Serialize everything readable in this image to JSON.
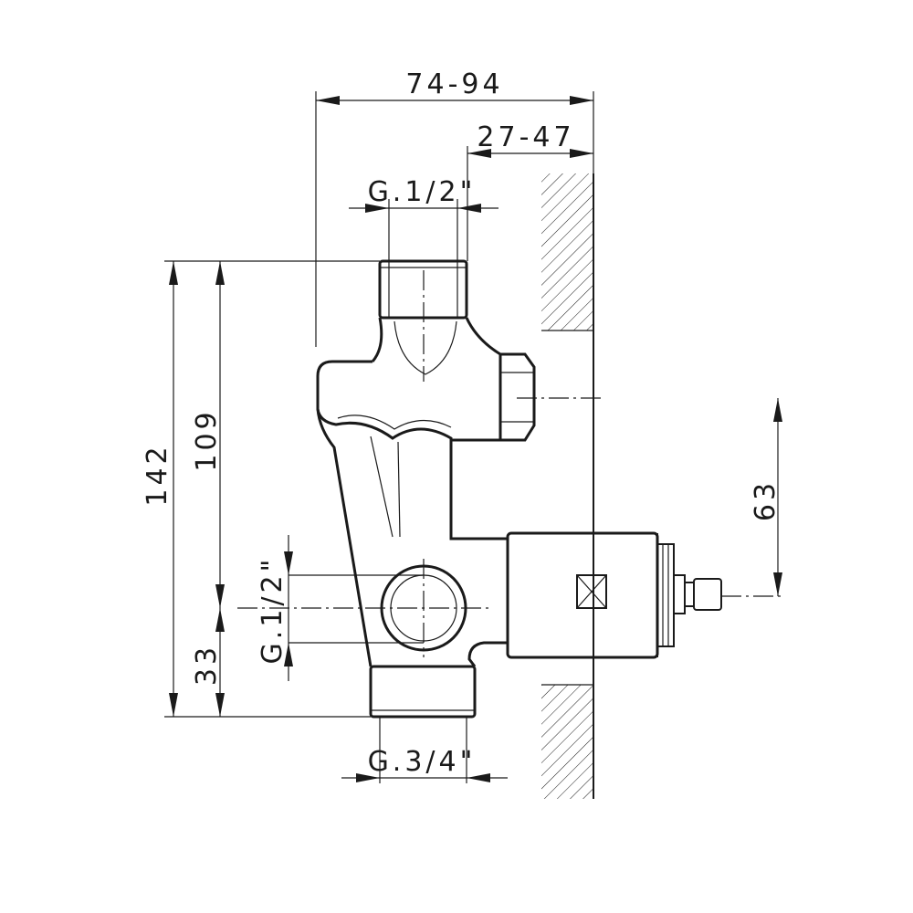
{
  "dimensions": {
    "overall_width": "74-94",
    "wall_offset": "27-47",
    "top_inlet": "G.1/2\"",
    "side_inlet": "G.1/2\"",
    "bottom_outlet": "G.3/4\"",
    "total_height": "142",
    "upper_height": "109",
    "lower_height": "33",
    "spindle_height": "63"
  },
  "colors": {
    "line": "#1a1a1a",
    "background": "#ffffff"
  }
}
